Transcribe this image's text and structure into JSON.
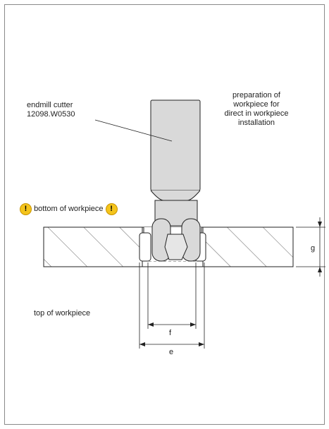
{
  "labels": {
    "cutter_line1": "endmill cutter",
    "cutter_line2": "12098.W0530",
    "prep_line1": "preparation of",
    "prep_line2": "workpiece for",
    "prep_line3": "direct in workpiece",
    "prep_line4": "installation",
    "bottom": "bottom of workpiece",
    "top": "top of workpiece",
    "dim_f": "f",
    "dim_e": "e",
    "dim_g": "g"
  },
  "icons": {
    "warning": "exclamation-icon",
    "warning_glyph": "!"
  },
  "colors": {
    "warning": "#f4c41c",
    "tool_fill": "#d9d9d9"
  }
}
